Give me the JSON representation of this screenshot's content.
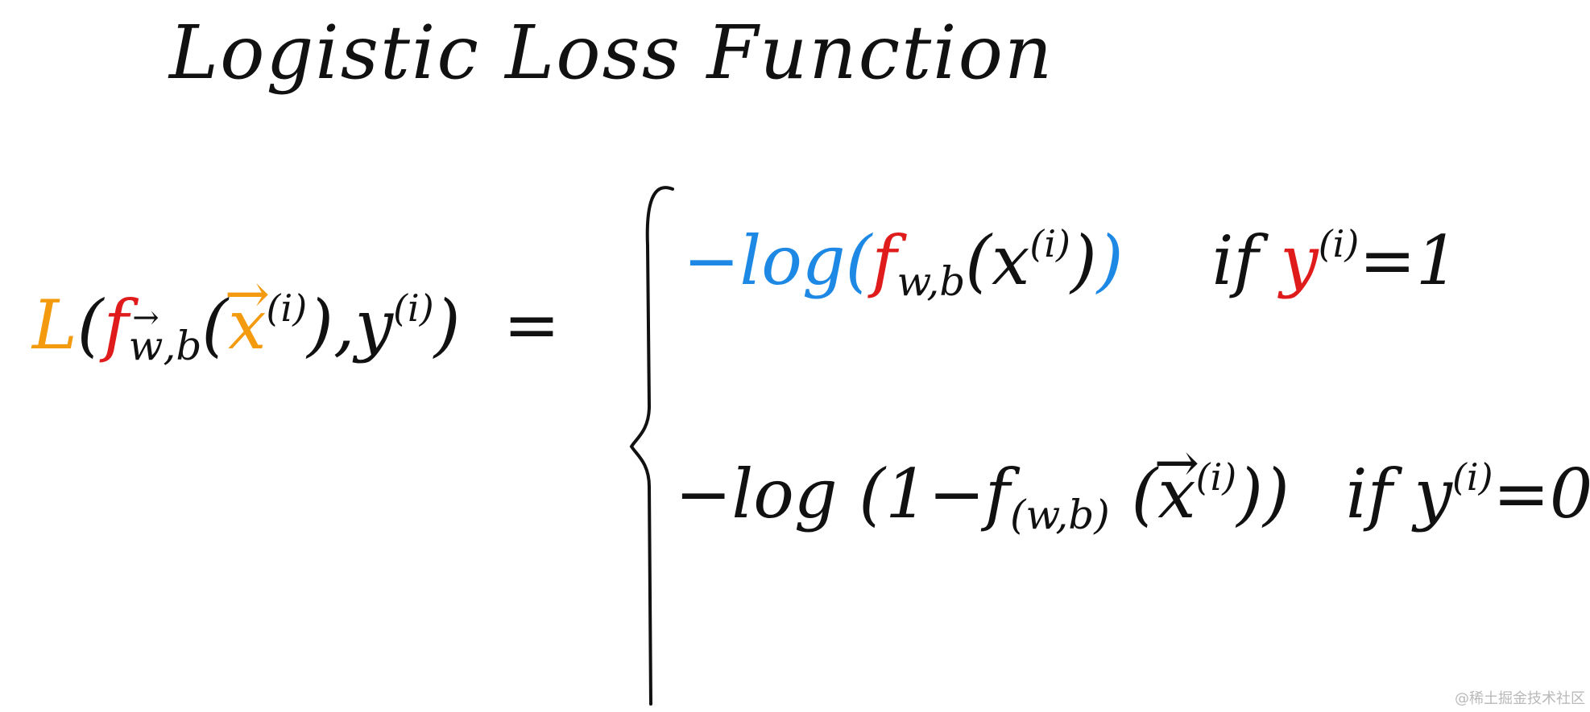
{
  "title": "Logistic Loss Function",
  "colors": {
    "ink": "#111111",
    "orange": "#f39a0e",
    "red": "#e01b1b",
    "blue": "#1e88e5",
    "watermark": "#b9b9b9"
  },
  "lhs": {
    "L": "L",
    "open": "(",
    "f": "f",
    "sub_w": "w",
    "sub_rest": ",b",
    "paren_x_open": "(",
    "x": "x",
    "x_sup": "(i)",
    "close_x": ")",
    "comma": ",",
    "y": "y",
    "y_sup": "(i)",
    "close": ")",
    "equals": "="
  },
  "row1": {
    "minus_log": "−log",
    "open": "(",
    "f": "f",
    "sub": "w,b",
    "open2": "(",
    "x": "x",
    "x_sup": "(i)",
    "close2": ")",
    "close": ")",
    "if": "if",
    "y": "y",
    "y_sup": "(i)",
    "eq": "=1"
  },
  "row2": {
    "minus_log": "−log",
    "body": "(1−f",
    "sub": "(w,b)",
    "open2": "(",
    "x": "x",
    "x_sup": "(i)",
    "close2": ")",
    "close": ")",
    "if": "if",
    "y": "y",
    "y_sup": "(i)",
    "eq": "=0"
  },
  "watermark": "@稀土掘金技术社区"
}
